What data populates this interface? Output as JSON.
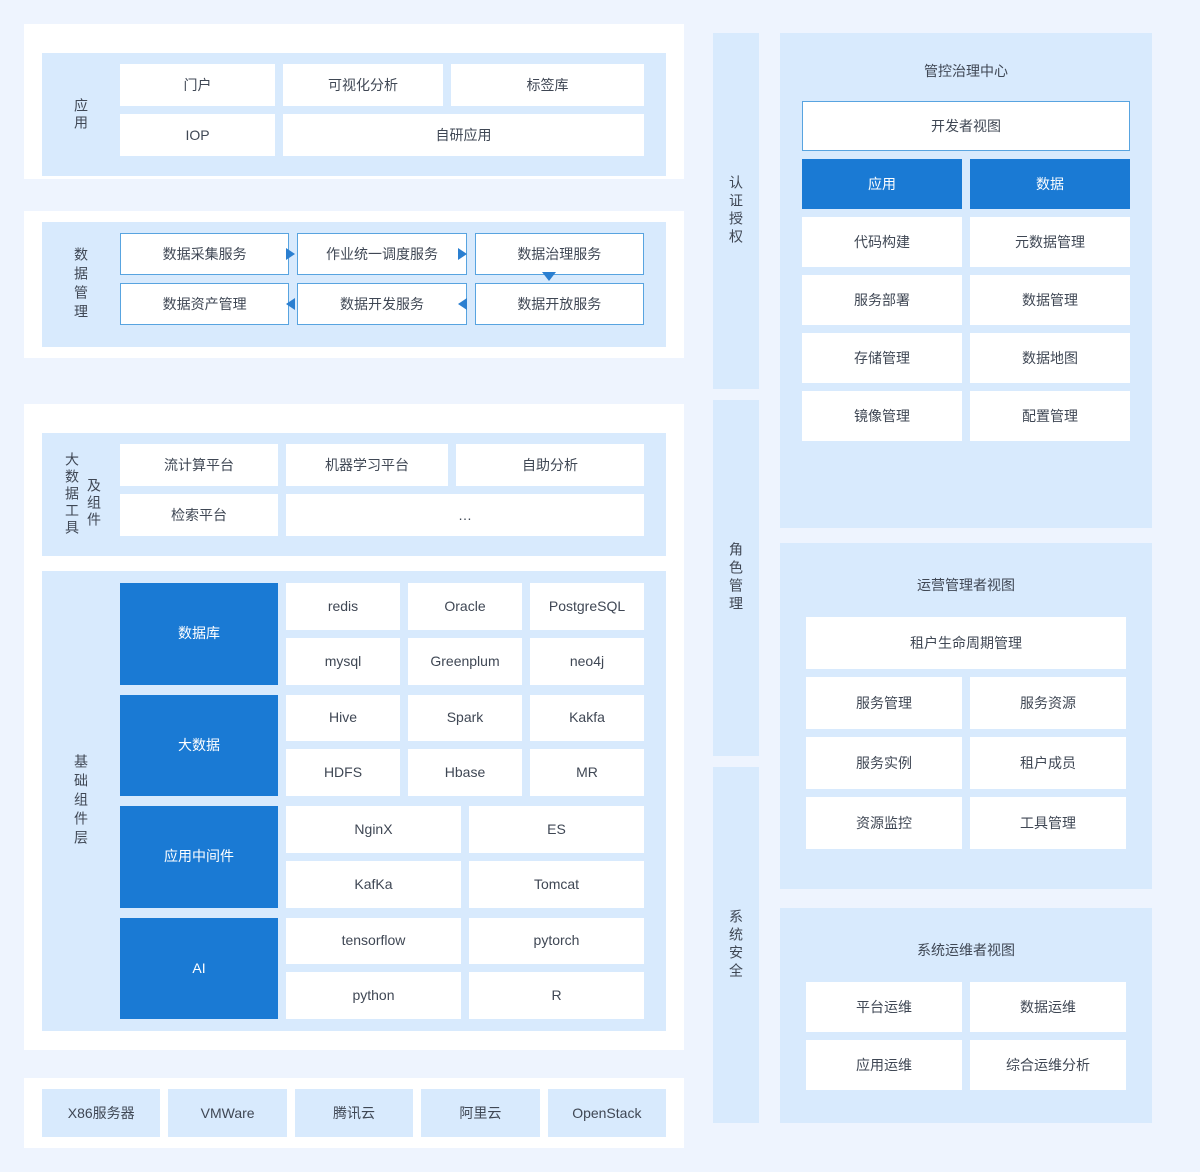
{
  "left": {
    "application": {
      "label": "应用",
      "rows": [
        [
          "门户",
          "可视化分析",
          "标签库"
        ],
        [
          "IOP",
          "自研应用"
        ]
      ]
    },
    "data_management": {
      "label": "数据管理",
      "rows": [
        [
          "数据采集服务",
          "作业统一调度服务",
          "数据治理服务"
        ],
        [
          "数据资产管理",
          "数据开发服务",
          "数据开放服务"
        ]
      ],
      "arrows": [
        "arrow-right",
        "arrow-right",
        "arrow-down",
        "arrow-left",
        "arrow-left"
      ]
    },
    "bigdata_tools": {
      "label_col1": "大数据工具",
      "label_col2": "及组件",
      "rows": [
        [
          "流计算平台",
          "机器学习平台",
          "自助分析"
        ],
        [
          "检索平台",
          "…"
        ]
      ]
    },
    "base_component_layer": {
      "label": "基础组件层",
      "groups": [
        {
          "category": "数据库",
          "rows": [
            [
              "redis",
              "Oracle",
              "PostgreSQL"
            ],
            [
              "mysql",
              "Greenplum",
              "neo4j"
            ]
          ]
        },
        {
          "category": "大数据",
          "rows": [
            [
              "Hive",
              "Spark",
              "Kakfa"
            ],
            [
              "HDFS",
              "Hbase",
              "MR"
            ]
          ]
        },
        {
          "category": "应用中间件",
          "rows": [
            [
              "NginX",
              "ES"
            ],
            [
              "KafKa",
              "Tomcat"
            ]
          ]
        },
        {
          "category": "AI",
          "rows": [
            [
              "tensorflow",
              "pytorch"
            ],
            [
              "python",
              "R"
            ]
          ]
        }
      ]
    },
    "infrastructure": {
      "items": [
        "X86服务器",
        "VMWare",
        "腾讯云",
        "阿里云",
        "OpenStack"
      ]
    }
  },
  "vertical_bars": [
    {
      "label": "认证授权"
    },
    {
      "label": "角色管理"
    },
    {
      "label": "系统安全"
    }
  ],
  "right": {
    "governance": {
      "title": "管控治理中心",
      "header": "开发者视图",
      "col_headers": [
        "应用",
        "数据"
      ],
      "rows": [
        [
          "代码构建",
          "元数据管理"
        ],
        [
          "服务部署",
          "数据管理"
        ],
        [
          "存储管理",
          "数据地图"
        ],
        [
          "镜像管理",
          "配置管理"
        ]
      ]
    },
    "operations": {
      "title": "运营管理者视图",
      "header": "租户生命周期管理",
      "rows": [
        [
          "服务管理",
          "服务资源"
        ],
        [
          "服务实例",
          "租户成员"
        ],
        [
          "资源监控",
          "工具管理"
        ]
      ]
    },
    "sysops": {
      "title": "系统运维者视图",
      "rows": [
        [
          "平台运维",
          "数据运维"
        ],
        [
          "应用运维",
          "综合运维分析"
        ]
      ]
    }
  },
  "colors": {
    "page_background": "#eef4fe",
    "panel_background": "#ffffff",
    "region_background": "#d8eafd",
    "accent_blue": "#1a7ad4",
    "border_blue": "#58a4e0",
    "text": "#3f4754"
  }
}
